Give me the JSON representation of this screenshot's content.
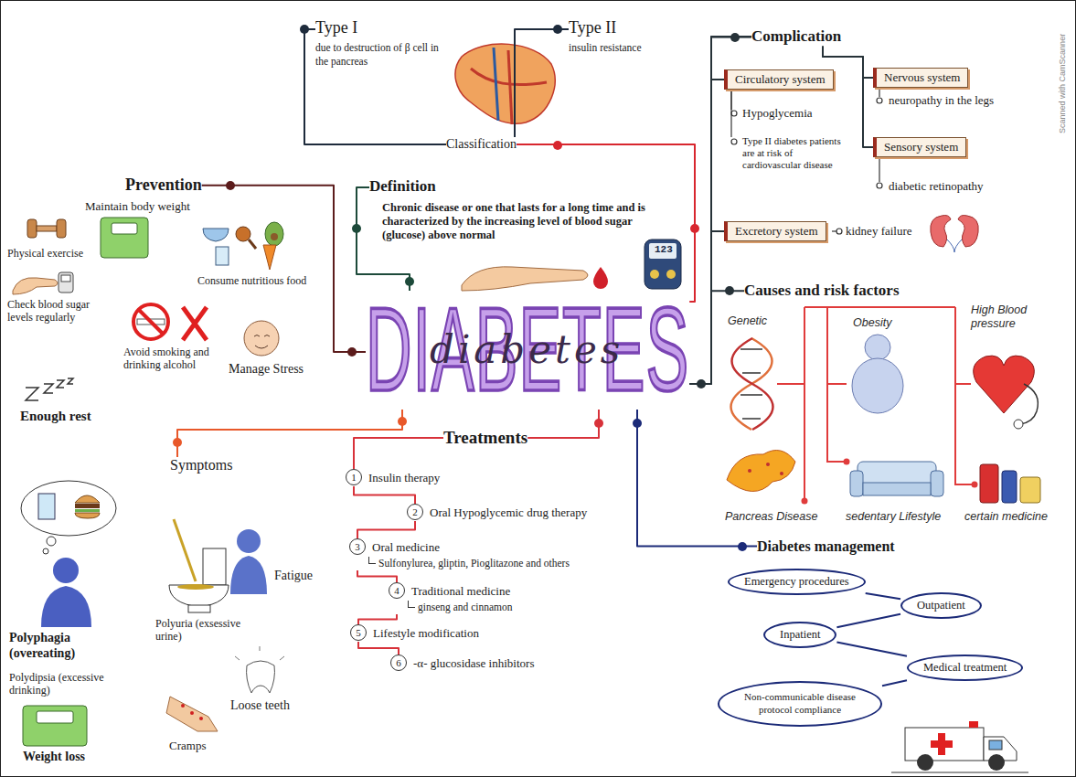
{
  "diagram": {
    "nodes": [
      {
        "text": [
          "Type I",
          "due to destruction of β cell in the pancreas"
        ]
      },
      {
        "text": [
          "Type II",
          "insulin resistance"
        ]
      },
      {
        "text": [
          "Classification"
        ]
      },
      {
        "text": [
          "Complication"
        ]
      },
      {
        "text": [
          "Circulatory system"
        ]
      },
      {
        "text": [
          "Nervous system"
        ]
      },
      {
        "text": [
          "Sensory system"
        ]
      },
      {
        "text": [
          "Excretory system"
        ]
      },
      {
        "text": [
          "Prevention"
        ]
      },
      {
        "text": [
          "Definition",
          "Chronic disease or one that lasts for a long time and is characterized by the increasing level of blood sugar (glucose) above normal"
        ]
      },
      {
        "text": [
          "DIABETES",
          "diabetes"
        ]
      },
      {
        "text": [
          "Causes and risk factors"
        ]
      },
      {
        "text": [
          "Symptoms"
        ]
      },
      {
        "text": [
          "Treatments"
        ]
      },
      {
        "text": [
          "Diabetes management"
        ]
      },
      {
        "text": [
          "Emergency procedures"
        ]
      },
      {
        "text": [
          "Outpatient"
        ]
      },
      {
        "text": [
          "Inpatient"
        ]
      },
      {
        "text": [
          "Medical treatment"
        ]
      },
      {
        "text": [
          "Non-communicable disease protocol compliance"
        ]
      },
      {
        "text": [
          "1",
          "Insulin therapy"
        ]
      },
      {
        "text": [
          "2",
          "Oral Hypoglycemic drug therapy"
        ]
      },
      {
        "text": [
          "3",
          "Oral medicine",
          "Sulfonylurea, gliptin, Pioglitazone and others"
        ]
      },
      {
        "text": [
          "4",
          "Traditional medicine",
          "ginseng and cinnamon"
        ]
      },
      {
        "text": [
          "5",
          "Lifestyle modification"
        ]
      },
      {
        "text": [
          "6",
          "-α- glucosidase inhibitors"
        ]
      }
    ],
    "edges": [
      {
        "from": 10,
        "to": 2,
        "arrow": "none"
      },
      {
        "from": 2,
        "to": 0,
        "arrow": "none"
      },
      {
        "from": 2,
        "to": 1,
        "arrow": "none"
      },
      {
        "from": 10,
        "to": 9,
        "arrow": "none"
      },
      {
        "from": 10,
        "to": 8,
        "arrow": "none"
      },
      {
        "from": 10,
        "to": 12,
        "arrow": "none"
      },
      {
        "from": 10,
        "to": 13,
        "arrow": "none"
      },
      {
        "from": 10,
        "to": 14,
        "arrow": "none"
      },
      {
        "from": 10,
        "to": 3,
        "arrow": "none"
      },
      {
        "from": 10,
        "to": 11,
        "arrow": "none"
      },
      {
        "from": 3,
        "to": 4,
        "arrow": "none"
      },
      {
        "from": 3,
        "to": 5,
        "arrow": "none"
      },
      {
        "from": 3,
        "to": 6,
        "arrow": "none"
      },
      {
        "from": 3,
        "to": 7,
        "arrow": "none"
      },
      {
        "from": 13,
        "to": 20,
        "arrow": "none"
      },
      {
        "from": 20,
        "to": 21,
        "arrow": "none"
      },
      {
        "from": 21,
        "to": 22,
        "arrow": "none"
      },
      {
        "from": 22,
        "to": 23,
        "arrow": "none"
      },
      {
        "from": 23,
        "to": 24,
        "arrow": "none"
      },
      {
        "from": 24,
        "to": 25,
        "arrow": "none"
      },
      {
        "from": 15,
        "to": 16,
        "arrow": "none"
      },
      {
        "from": 17,
        "to": 16,
        "arrow": "none"
      },
      {
        "from": 17,
        "to": 18,
        "arrow": "none"
      },
      {
        "from": 18,
        "to": 19,
        "arrow": "none"
      }
    ],
    "labels": [
      "Maintain body weight",
      "Physical exercise",
      "Consume nutritious food",
      "Check blood sugar levels regularly",
      "Avoid smoking and drinking alcohol",
      "Manage Stress",
      "Enough rest",
      "Hypoglycemia",
      "Type II diabetes patients are at risk of cardiovascular disease",
      "neuropathy in the legs",
      "diabetic retinopathy",
      "kidney failure",
      "Genetic",
      "Obesity",
      "High Blood pressure",
      "Pancreas Disease",
      "sedentary Lifestyle",
      "certain medicine",
      "Polyphagia (overeating)",
      "Polydipsia (excessive drinking)",
      "Polyuria (exsessive urine)",
      "Fatigue",
      "Weight loss",
      "Cramps",
      "Loose teeth",
      "123",
      "Scanned with CamScanner"
    ]
  }
}
